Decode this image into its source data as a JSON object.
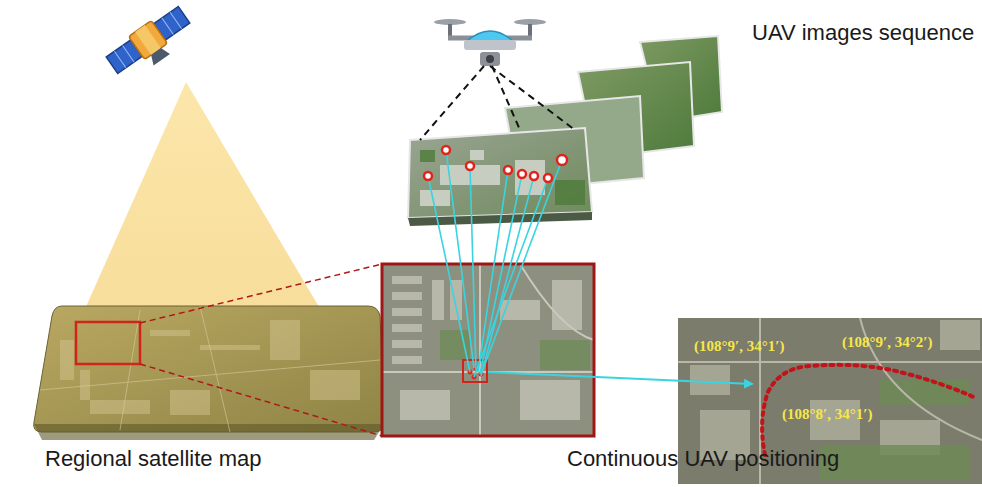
{
  "diagram": {
    "labels": [
      "UAV images sequence",
      "(108°9′, 34°1′)",
      "(108°9′, 34°2′)",
      "(108°8′, 34°1′)",
      "Regional satellite map",
      "Continuous UAV positioning"
    ]
  }
}
